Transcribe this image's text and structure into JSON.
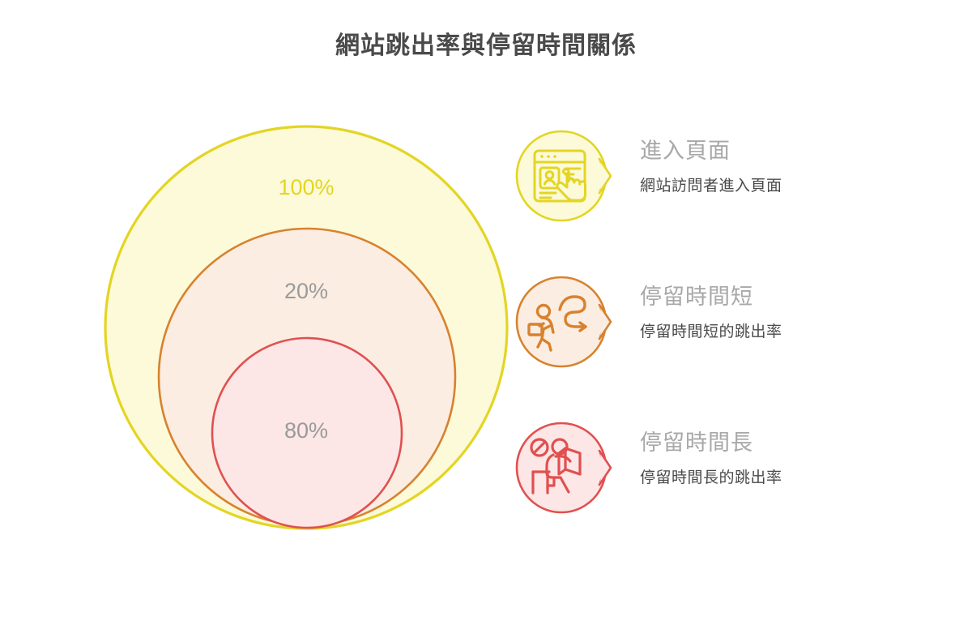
{
  "title": "網站跳出率與停留時間關係",
  "colors": {
    "outer_stroke": "#E3D523",
    "outer_fill": "#FCFAD8",
    "middle_stroke": "#D8822E",
    "middle_fill": "#FBEDE2",
    "inner_stroke": "#E05050",
    "inner_fill": "#FCE6E6",
    "label_grey": "#9a9a9a",
    "title_grey": "#4a4a4a",
    "legend_title_grey": "#a8a8a8"
  },
  "chart_data": {
    "type": "pie",
    "title": "網站跳出率與停留時間關係",
    "subtype": "nested-proportional-circles",
    "categories": [
      "進入頁面",
      "停留時間短",
      "停留時間長"
    ],
    "values": [
      100,
      20,
      80
    ],
    "value_labels": [
      "100%",
      "20%",
      "80%"
    ],
    "units": "%",
    "legend_position": "right",
    "grid": false,
    "series": [
      {
        "name": "進入頁面",
        "value": 100,
        "label": "100%",
        "description": "網站訪問者進入頁面",
        "stroke": "#E3D523",
        "fill": "#FCFAD8",
        "label_color": "#E3D523",
        "icon": "browser-profile-click-icon"
      },
      {
        "name": "停留時間短",
        "value": 20,
        "label": "20%",
        "description": "停留時間短的跳出率",
        "stroke": "#D8822E",
        "fill": "#FBEDE2",
        "label_color": "#9a9a9a",
        "icon": "running-person-exit-icon"
      },
      {
        "name": "停留時間長",
        "value": 80,
        "label": "80%",
        "description": "停留時間長的跳出率",
        "stroke": "#E05050",
        "fill": "#FCE6E6",
        "label_color": "#9a9a9a",
        "icon": "seated-person-reading-icon"
      }
    ]
  },
  "venn": {
    "outer_label": "100%",
    "middle_label": "20%",
    "inner_label": "80%"
  },
  "legend": {
    "items": [
      {
        "title": "進入頁面",
        "description": "網站訪問者進入頁面",
        "icon_name": "browser-profile-click-icon"
      },
      {
        "title": "停留時間短",
        "description": "停留時間短的跳出率",
        "icon_name": "running-person-exit-icon"
      },
      {
        "title": "停留時間長",
        "description": "停留時間長的跳出率",
        "icon_name": "seated-person-reading-icon"
      }
    ]
  }
}
